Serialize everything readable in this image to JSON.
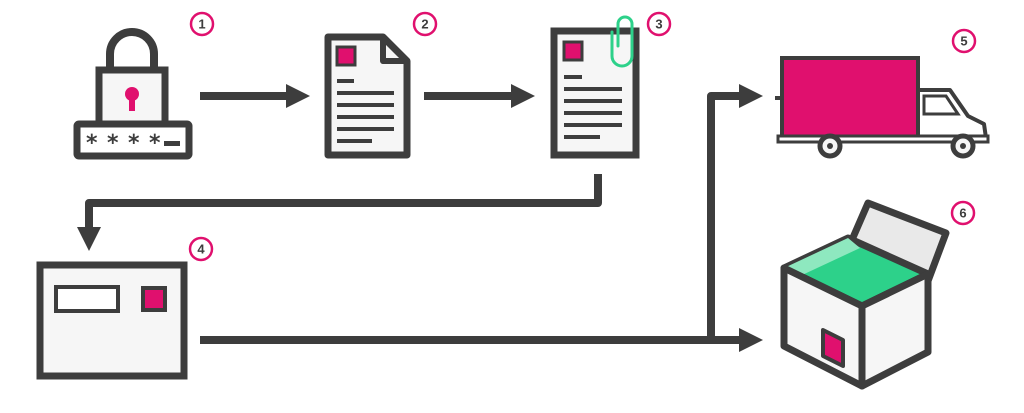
{
  "colors": {
    "ink": "#3d3d3d",
    "magenta": "#e0106e",
    "green": "#2dd18a",
    "green_light": "#8ee8bf",
    "paper": "#f6f6f6",
    "lid": "#e9e9e9"
  },
  "badges": [
    {
      "label": "1"
    },
    {
      "label": "2"
    },
    {
      "label": "3"
    },
    {
      "label": "4"
    },
    {
      "label": "5"
    },
    {
      "label": "6"
    }
  ],
  "icons": [
    "padlock-password-icon",
    "document-icon",
    "document-paperclip-icon",
    "envelope-icon",
    "delivery-truck-icon",
    "open-box-icon"
  ]
}
